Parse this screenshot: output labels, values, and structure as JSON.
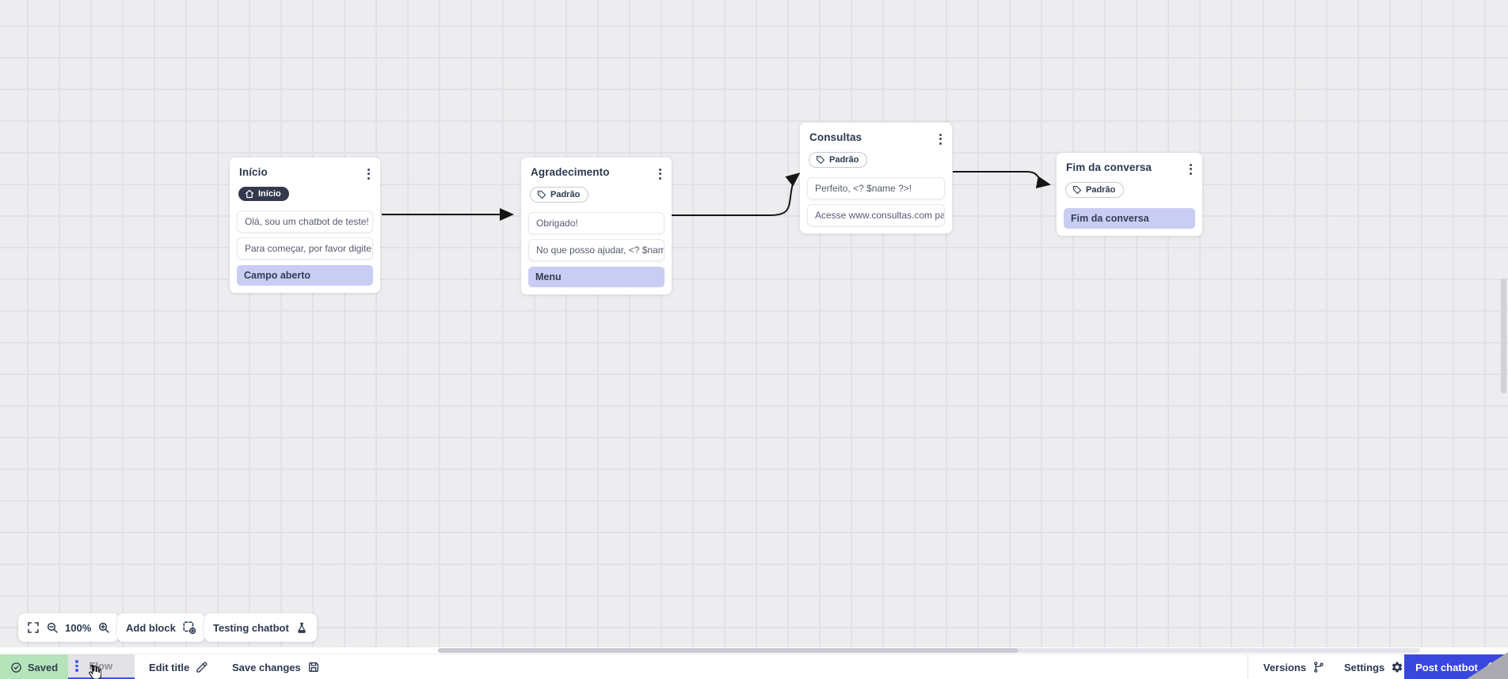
{
  "canvas": {
    "zoom_level": "100%",
    "nodes": [
      {
        "title": "Início",
        "badge": {
          "label": "Início",
          "type": "start",
          "icon": "home-icon"
        },
        "messages": [
          "Olá, sou um chatbot de teste!",
          "Para começar, por favor digite o ..."
        ],
        "outputs": [
          "Campo aberto"
        ]
      },
      {
        "title": "Agradecimento",
        "badge": {
          "label": "Padrão",
          "type": "default",
          "icon": "tag-icon"
        },
        "messages": [
          "Obrigado!",
          "No que posso ajudar, <? $name ..."
        ],
        "outputs": [
          "Menu"
        ]
      },
      {
        "title": "Consultas",
        "badge": {
          "label": "Padrão",
          "type": "default",
          "icon": "tag-icon"
        },
        "messages": [
          "Perfeito, <? $name ?>!",
          "Acesse www.consultas.com par..."
        ],
        "outputs": []
      },
      {
        "title": "Fim da conversa",
        "badge": {
          "label": "Padrão",
          "type": "default",
          "icon": "tag-icon"
        },
        "messages": [],
        "outputs": [
          "Fim da conversa"
        ]
      }
    ]
  },
  "toolbar": {
    "zoom_level": "100%",
    "add_block_label": "Add block",
    "testing_label": "Testing chatbot"
  },
  "bottombar": {
    "saved_label": "Saved",
    "flow_tab_label": "Flow",
    "edit_title_label": "Edit title",
    "save_changes_label": "Save changes",
    "versions_label": "Versions",
    "settings_label": "Settings",
    "post_chatbot_label": "Post chatbot"
  },
  "icons": {
    "node_menu": "kebab-vertical-dots",
    "start_badge": "home-icon",
    "default_badge": "tag-icon",
    "fit_view": "fullscreen-corners-icon",
    "zoom_out": "magnifier-minus-icon",
    "zoom_in": "magnifier-plus-icon",
    "add_block": "dashed-square-plus-icon",
    "testing": "flask-icon",
    "saved": "check-circle-icon",
    "flow_handle": "drag-dots-icon",
    "edit_title": "pencil-icon",
    "save_changes": "floppy-icon",
    "versions": "git-branch-icon",
    "settings": "gear-icon",
    "post": "upload-tray-icon",
    "pointer": "hand-cursor"
  },
  "colors": {
    "accent_indigo": "#3947de",
    "output_block": "#c9cdf3",
    "saved_green": "#b5e3ba",
    "dark_badge": "#333a4d",
    "canvas_bg": "#edecef",
    "wire": "#161616"
  }
}
